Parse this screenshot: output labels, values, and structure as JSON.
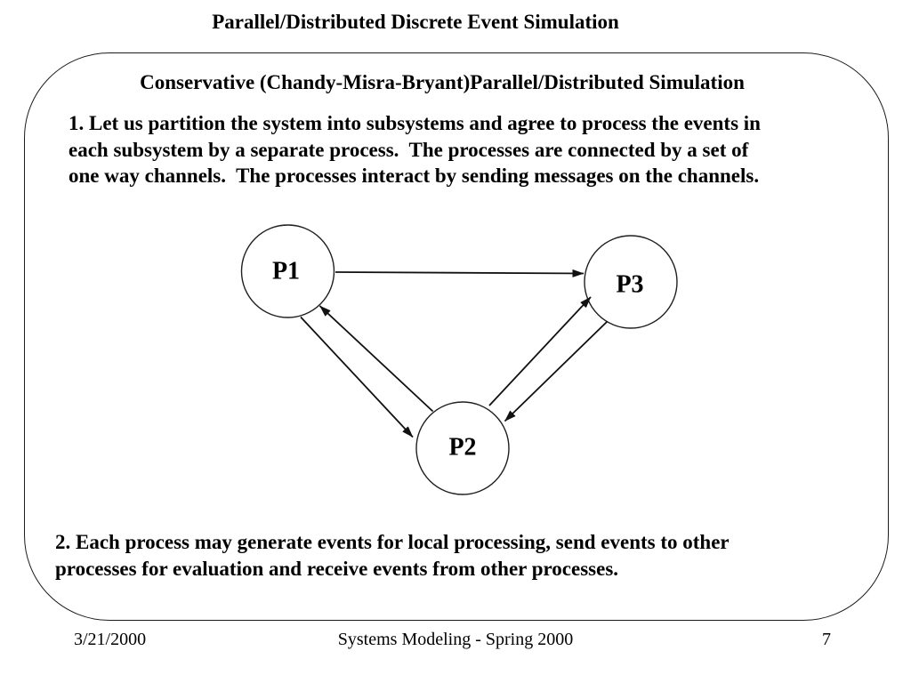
{
  "slide": {
    "title": "Parallel/Distributed Discrete Event Simulation",
    "subtitle": "Conservative (Chandy-Misra-Bryant)Parallel/Distributed Simulation",
    "paragraph1": {
      "line1": "1. Let us partition the system into subsystems and agree to process the events in",
      "line2": "each subsystem by a separate process.  The processes are connected by a set of",
      "line3": "one way channels.  The processes interact by sending messages on the channels."
    },
    "paragraph2": {
      "line1": "2. Each process may generate events for local processing, send events to other",
      "line2": "processes for evaluation and receive events from other processes."
    },
    "footer": {
      "date": "3/21/2000",
      "center": "Systems Modeling - Spring 2000",
      "page_number": "7"
    }
  },
  "diagram": {
    "type": "process-communication-graph",
    "nodes": [
      {
        "id": "p1",
        "label": "P1"
      },
      {
        "id": "p2",
        "label": "P2"
      },
      {
        "id": "p3",
        "label": "P3"
      }
    ],
    "edges": [
      {
        "from": "P1",
        "to": "P3"
      },
      {
        "from": "P1",
        "to": "P2"
      },
      {
        "from": "P2",
        "to": "P1"
      },
      {
        "from": "P2",
        "to": "P3"
      },
      {
        "from": "P3",
        "to": "P2"
      }
    ],
    "colors": {
      "node_fill": "#ffffff",
      "stroke": "#1a1a1a"
    }
  }
}
